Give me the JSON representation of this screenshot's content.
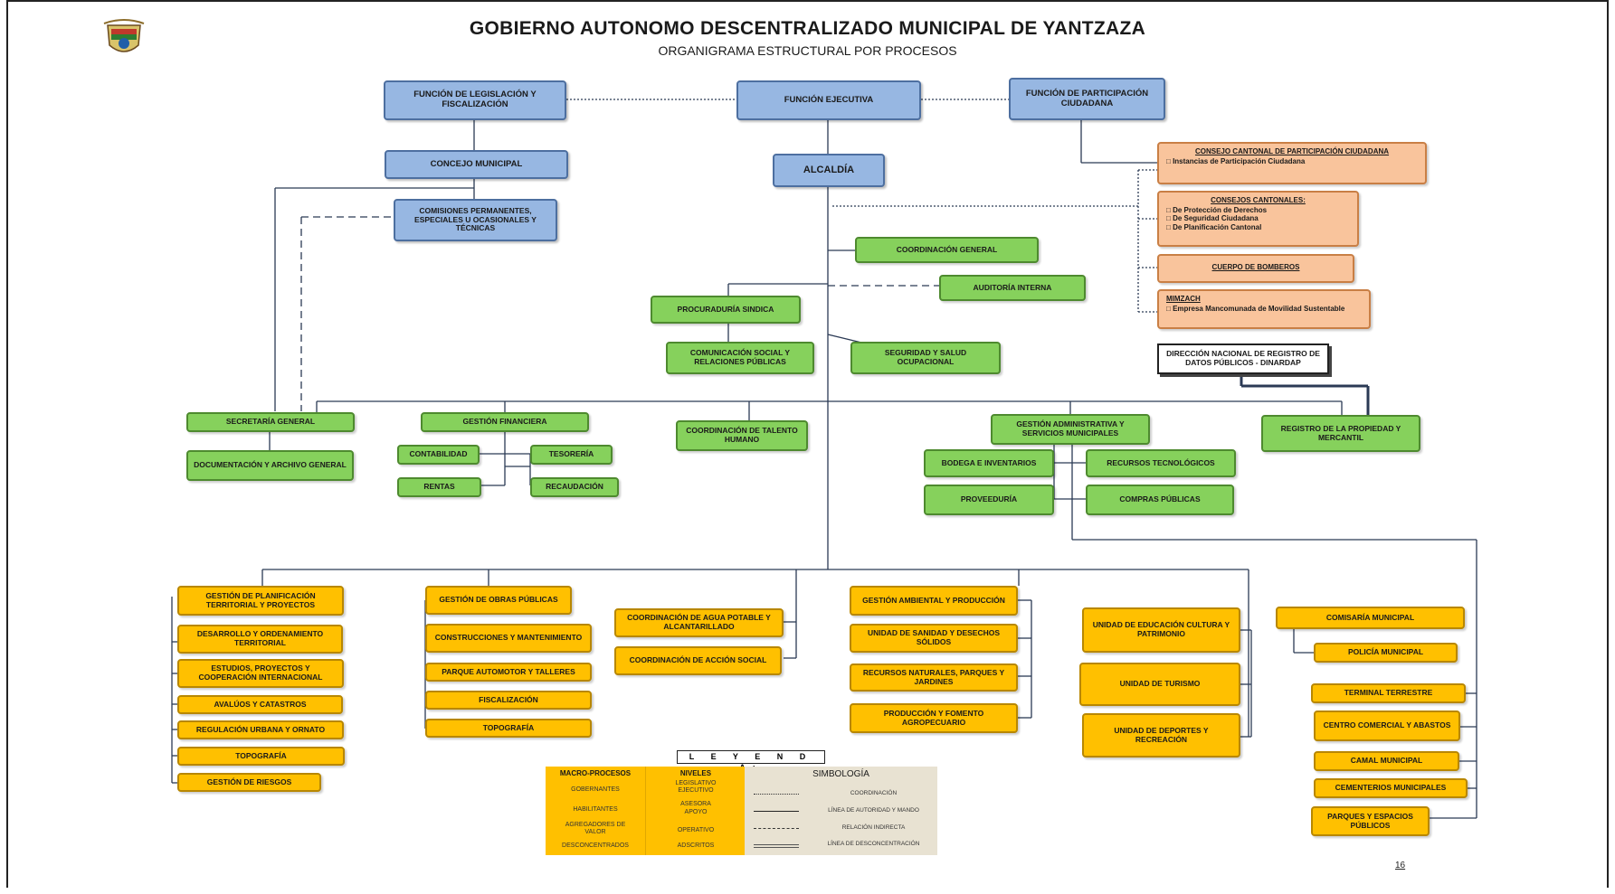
{
  "header": {
    "title": "GOBIERNO AUTONOMO DESCENTRALIZADO MUNICIPAL DE YANTZAZA",
    "subtitle": "ORGANIGRAMA ESTRUCTURAL POR PROCESOS"
  },
  "nodes": {
    "legislacion": "FUNCIÓN DE LEGISLACIÓN Y FISCALIZACIÓN",
    "ejecutiva": "FUNCIÓN EJECUTIVA",
    "participacion": "FUNCIÓN DE PARTICIPACIÓN CIUDADANA",
    "concejo": "CONCEJO MUNICIPAL",
    "alcaldia": "ALCALDÍA",
    "comisiones": "COMISIONES PERMANENTES, ESPECIALES U OCASIONALES Y TÉCNICAS",
    "consejo_cantonal_title": "CONSEJO CANTONAL DE PARTICIPACIÓN CIUDADANA",
    "consejo_cantonal_item": "Instancias de Participación Ciudadana",
    "consejos_cantonales_title": "CONSEJOS CANTONALES:",
    "consejos_cantonales_items": [
      "De Protección de Derechos",
      "De Seguridad Ciudadana",
      "De Planificación Cantonal"
    ],
    "bomberos": "CUERPO DE BOMBEROS",
    "mimzach_title": "MIMZACH",
    "mimzach_item": "Empresa Mancomunada de Movilidad Sustentable",
    "coordinacion_general": "COORDINACIÓN GENERAL",
    "auditoria": "AUDITORÍA INTERNA",
    "procuraduria": "PROCURADURÍA SINDICA",
    "comunicacion": "COMUNICACIÓN SOCIAL Y RELACIONES PÚBLICAS",
    "seguridad_salud": "SEGURIDAD Y SALUD OCUPACIONAL",
    "dinardap": "DIRECCIÓN NACIONAL DE REGISTRO DE DATOS PÚBLICOS - DINARDAP",
    "secretaria": "SECRETARÍA GENERAL",
    "documentacion": "DOCUMENTACIÓN Y ARCHIVO GENERAL",
    "gestion_financiera": "GESTIÓN FINANCIERA",
    "contabilidad": "CONTABILIDAD",
    "tesoreria": "TESORERÍA",
    "rentas": "RENTAS",
    "recaudacion": "RECAUDACIÓN",
    "talento_humano": "COORDINACIÓN DE TALENTO HUMANO",
    "gestion_administrativa": "GESTIÓN ADMINISTRATIVA Y SERVICIOS MUNICIPALES",
    "bodega": "BODEGA E INVENTARIOS",
    "recursos_tecnologicos": "RECURSOS TECNOLÓGICOS",
    "proveeduria": "PROVEEDURÍA",
    "compras_publicas": "COMPRAS PÚBLICAS",
    "registro_propiedad": "REGISTRO DE LA PROPIEDAD Y MERCANTIL",
    "planificacion": "GESTIÓN DE PLANIFICACIÓN TERRITORIAL Y PROYECTOS",
    "desarrollo": "DESARROLLO Y ORDENAMIENTO TERRITORIAL",
    "estudios": "ESTUDIOS, PROYECTOS Y COOPERACIÓN INTERNACIONAL",
    "avaluos": "AVALÚOS Y CATASTROS",
    "regulacion": "REGULACIÓN URBANA Y ORNATO",
    "topografia1": "TOPOGRAFÍA",
    "riesgos": "GESTIÓN DE RIESGOS",
    "obras_publicas": "GESTIÓN DE OBRAS PÚBLICAS",
    "construcciones": "CONSTRUCCIONES Y MANTENIMIENTO",
    "parque_automotor": "PARQUE AUTOMOTOR Y TALLERES",
    "fiscalizacion": "FISCALIZACIÓN",
    "topografia2": "TOPOGRAFÍA",
    "agua_potable": "COORDINACIÓN DE AGUA POTABLE Y ALCANTARILLADO",
    "accion_social": "COORDINACIÓN DE ACCIÓN SOCIAL",
    "ambiental": "GESTIÓN AMBIENTAL Y PRODUCCIÓN",
    "sanidad": "UNIDAD DE SANIDAD Y DESECHOS SÓLIDOS",
    "recursos_naturales": "RECURSOS NATURALES, PARQUES Y JARDINES",
    "produccion": "PRODUCCIÓN Y FOMENTO AGROPECUARIO",
    "educacion": "UNIDAD DE EDUCACIÓN CULTURA Y PATRIMONIO",
    "turismo": "UNIDAD DE TURISMO",
    "deportes": "UNIDAD DE DEPORTES Y RECREACIÓN",
    "comisaria": "COMISARÍA MUNICIPAL",
    "policia": "POLICÍA MUNICIPAL",
    "terminal": "TERMINAL TERRESTRE",
    "centro_comercial": "CENTRO COMERCIAL Y ABASTOS",
    "camal": "CAMAL MUNICIPAL",
    "cementerios": "CEMENTERIOS MUNICIPALES",
    "parques": "PARQUES Y ESPACIOS PÚBLICOS"
  },
  "legend": {
    "title": "L E Y E N D A:",
    "macro_header": "MACRO-PROCESOS",
    "macro_items": [
      "GOBERNANTES",
      "HABILITANTES",
      "AGREGADORES DE VALOR",
      "DESCONCENTRADOS"
    ],
    "niveles_header": "NIVELES",
    "niveles_items": [
      "LEGISLATIVO",
      "EJECUTIVO",
      "ASESORA",
      "APOYO",
      "OPERATIVO",
      "ADSCRITOS"
    ],
    "simbologia_header": "SIMBOLOGÍA",
    "simbologia_items": [
      "COORDINACIÓN",
      "LÍNEA DE AUTORIDAD Y MANDO",
      "RELACIÓN INDIRECTA",
      "LÍNEA DE DESCONCENTRACIÓN"
    ]
  },
  "page_number": "16",
  "colors": {
    "gobernantes": "#97b7e2",
    "habilitantes": "#86d15c",
    "agregadores": "#ffc000",
    "desconcentrados": "#f9c49c"
  }
}
